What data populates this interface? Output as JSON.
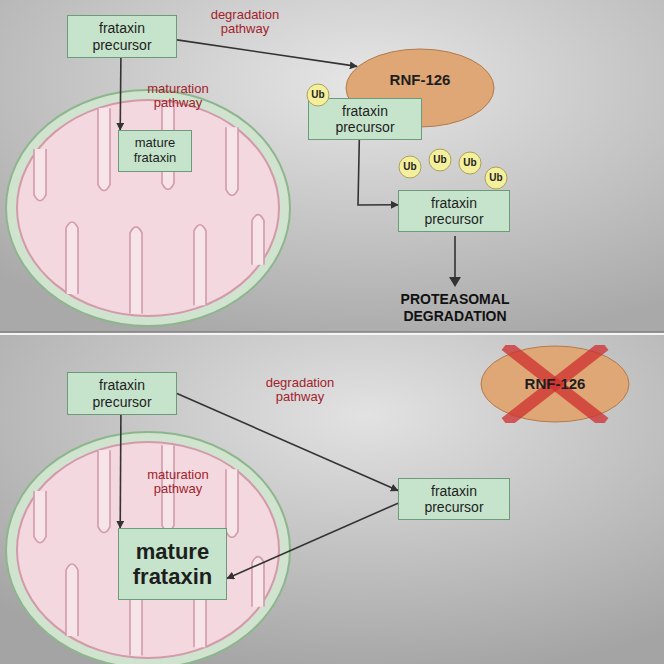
{
  "diagram": {
    "nodes": [
      {
        "text": [
          "frataxin precursor"
        ]
      },
      {
        "text": [
          "RNF-126"
        ]
      },
      {
        "text": [
          "Ub"
        ]
      },
      {
        "text": [
          "frataxin precursor"
        ]
      },
      {
        "text": [
          "mature frataxin"
        ]
      },
      {
        "text": [
          "Ub"
        ]
      },
      {
        "text": [
          "Ub"
        ]
      },
      {
        "text": [
          "Ub"
        ]
      },
      {
        "text": [
          "Ub"
        ]
      },
      {
        "text": [
          "frataxin precursor"
        ]
      },
      {
        "text": [
          "frataxin precursor"
        ]
      },
      {
        "text": [
          "RNF-126"
        ]
      },
      {
        "text": [
          "mature frataxin"
        ]
      },
      {
        "text": [
          "frataxin precursor"
        ]
      }
    ],
    "edges": [
      {
        "from": 0,
        "to": 1,
        "label": "degradation pathway",
        "arrow": "to"
      },
      {
        "from": 0,
        "to": 4,
        "label": "maturation pathway",
        "arrow": "to"
      },
      {
        "from": 3,
        "to": 9,
        "arrow": "to"
      },
      {
        "from": 10,
        "to": 12,
        "label": "maturation pathway",
        "arrow": "to"
      },
      {
        "from": 10,
        "to": 13,
        "label": "degradation pathway",
        "arrow": "to"
      },
      {
        "from": 13,
        "to": 12,
        "arrow": "to"
      }
    ],
    "labels": [
      "PROTEASOMAL DEGRADATION"
    ]
  }
}
